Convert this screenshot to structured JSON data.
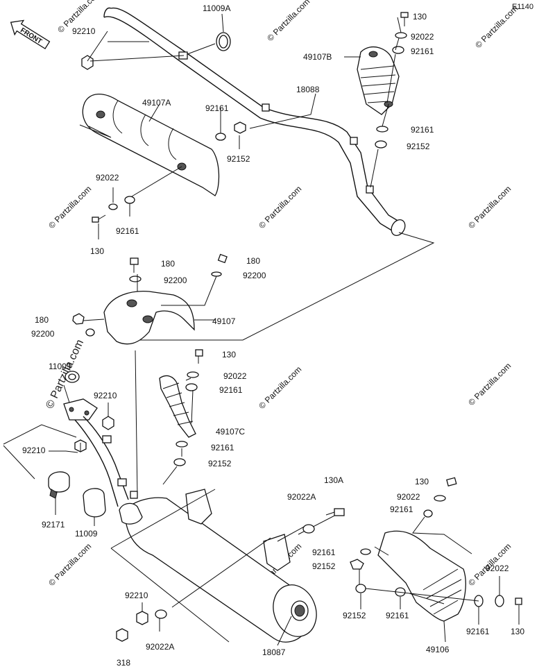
{
  "diagram_code": "E1140",
  "front_label": "FRONT",
  "watermark": "© Partzilla.com",
  "part_labels": [
    "11009A",
    "130",
    "92210",
    "92022",
    "49107B",
    "92161",
    "18088",
    "49107A",
    "92161",
    "92161",
    "92152",
    "92152",
    "92022",
    "92161",
    "130",
    "180",
    "180",
    "92200",
    "92200",
    "49107",
    "180",
    "92200",
    "11009",
    "130",
    "92022",
    "92210",
    "92161",
    "49107C",
    "92210",
    "92161",
    "92152",
    "130A",
    "130",
    "92022A",
    "92022",
    "92161",
    "92171",
    "11009",
    "92161",
    "92152",
    "92022",
    "92210",
    "92152",
    "92161",
    "92161",
    "130",
    "92022A",
    "18087",
    "49106",
    "318"
  ]
}
